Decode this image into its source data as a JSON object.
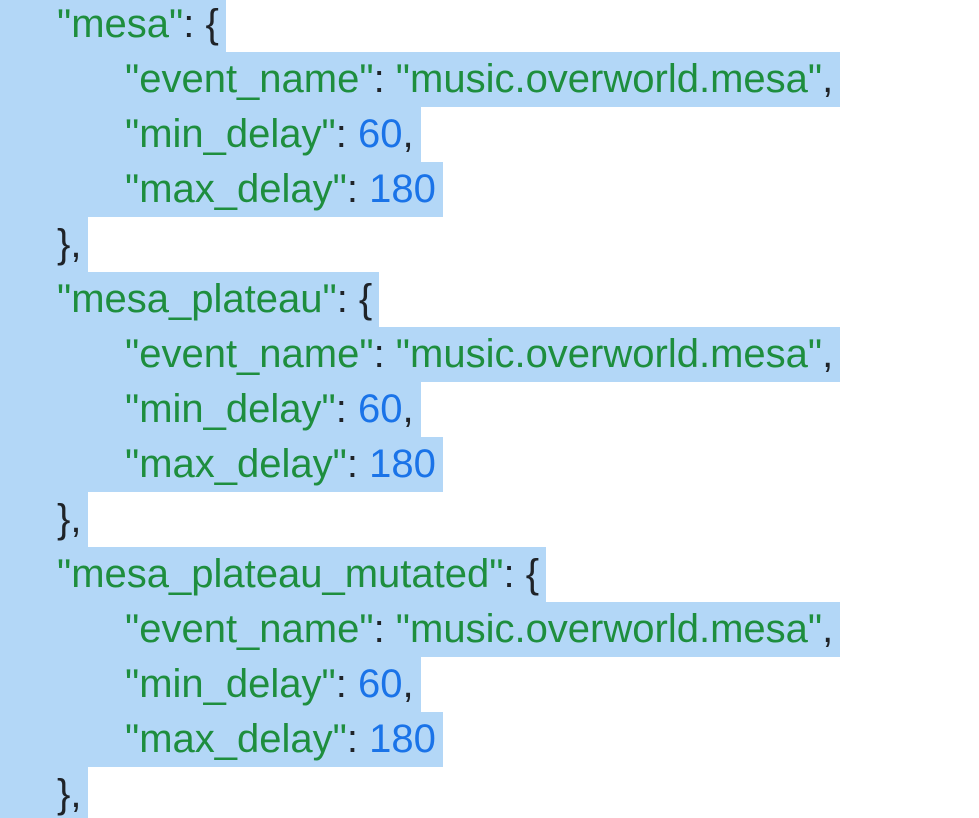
{
  "viewer": {
    "description": "JSON document viewer with text selection",
    "selection_active": true
  },
  "syntax_colors": {
    "key": "#1e8e3e",
    "string": "#1e8e3e",
    "number": "#1a73e8",
    "punct": "#1f2328",
    "selection": "#b3d7f7",
    "indent_guide": "#e4e6e8"
  },
  "punctuation": {
    "quote": "\"",
    "colon_space": ": ",
    "open_brace": "{",
    "close_brace": "}",
    "comma": ","
  },
  "json_document": {
    "entries": [
      {
        "key": "mesa",
        "fields": [
          {
            "key": "event_name",
            "value": "music.overworld.mesa",
            "value_type": "string",
            "trailing_comma": true
          },
          {
            "key": "min_delay",
            "value": "60",
            "value_type": "number",
            "trailing_comma": true
          },
          {
            "key": "max_delay",
            "value": "180",
            "value_type": "number",
            "trailing_comma": false
          }
        ],
        "trailing_comma": true
      },
      {
        "key": "mesa_plateau",
        "fields": [
          {
            "key": "event_name",
            "value": "music.overworld.mesa",
            "value_type": "string",
            "trailing_comma": true
          },
          {
            "key": "min_delay",
            "value": "60",
            "value_type": "number",
            "trailing_comma": true
          },
          {
            "key": "max_delay",
            "value": "180",
            "value_type": "number",
            "trailing_comma": false
          }
        ],
        "trailing_comma": true
      },
      {
        "key": "mesa_plateau_mutated",
        "fields": [
          {
            "key": "event_name",
            "value": "music.overworld.mesa",
            "value_type": "string",
            "trailing_comma": true
          },
          {
            "key": "min_delay",
            "value": "60",
            "value_type": "number",
            "trailing_comma": true
          },
          {
            "key": "max_delay",
            "value": "180",
            "value_type": "number",
            "trailing_comma": false
          }
        ],
        "trailing_comma": true
      }
    ]
  }
}
